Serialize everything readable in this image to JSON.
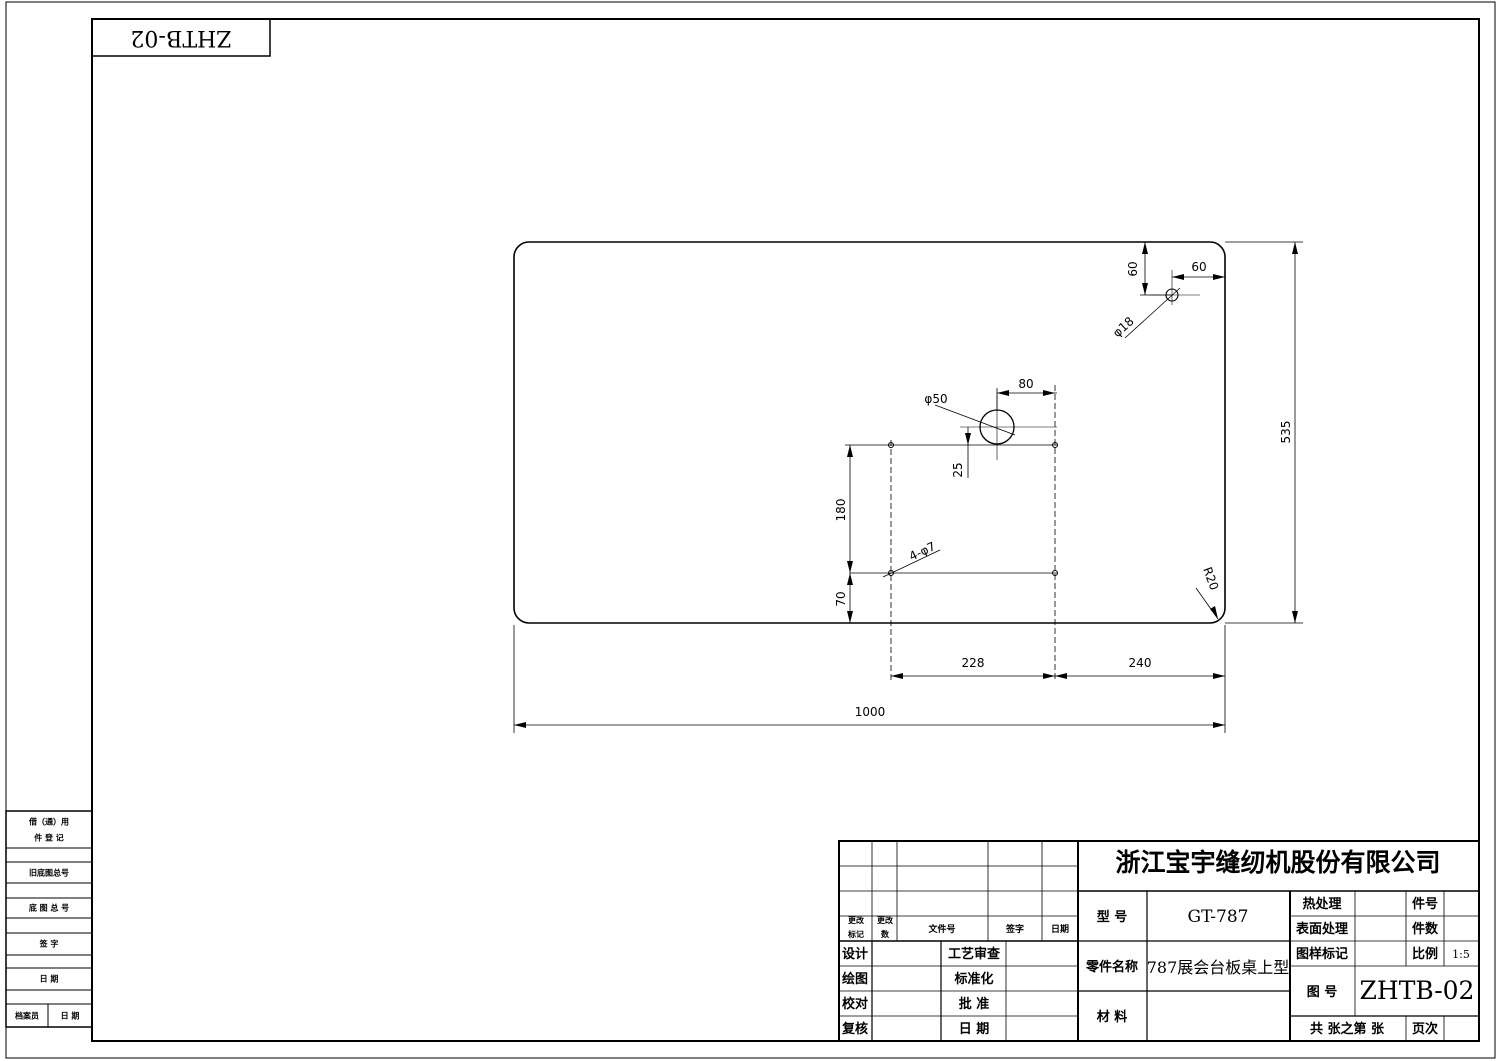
{
  "drawing_number_stamp": "ZHTB-02",
  "side_panel": {
    "borrow_label_1": "借（通）用",
    "borrow_label_2": "件  登  记",
    "old_base_label": "旧底图总号",
    "base_label": "底 图 总 号",
    "sign_label": "签    字",
    "date_label": "日    期",
    "archivist_label": "档案员",
    "archivist_date_label": "日  期"
  },
  "dimensions": {
    "hole_offset_y": "60",
    "hole_offset_x": "60",
    "small_hole_dia": "φ18",
    "big_hole_x": "80",
    "big_hole_dia": "φ50",
    "big_hole_y": "25",
    "height": "535",
    "hole_spacing_y": "180",
    "mount_holes": "4-φ7",
    "hole_base_y": "70",
    "corner_radius": "R20",
    "hole_spacing_x": "228",
    "hole_edge_x": "240",
    "width": "1000"
  },
  "title_block": {
    "company": "浙江宝宇缝纫机股份有限公司",
    "change_mark": "更改标记",
    "change_mark_1": "更改",
    "change_mark_2": "标记",
    "change_count_1": "更改",
    "change_count_2": "数",
    "file_no": "文件号",
    "signature": "签字",
    "date": "日期",
    "design": "设计",
    "process_review": "工艺审查",
    "drawing": "绘图",
    "standardization": "标准化",
    "check": "校对",
    "approve": "批  准",
    "review": "复核",
    "date2": "日  期",
    "model_label": "型  号",
    "model_value": "GT-787",
    "part_name_label": "零件名称",
    "part_name_value": "787展会台板桌上型",
    "material_label": "材  料",
    "heat_treat": "热处理",
    "surface_treat": "表面处理",
    "sample_mark": "图样标记",
    "drawing_no_label": "图  号",
    "drawing_no_value": "ZHTB-02",
    "part_no": "件号",
    "qty": "件数",
    "scale_label": "比例",
    "scale_value": "1:5",
    "sheet_total": "共    张之第    张",
    "page_label": "页次"
  }
}
